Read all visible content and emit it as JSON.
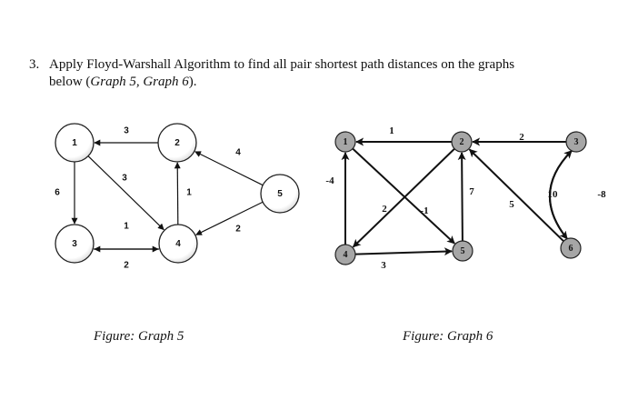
{
  "question": {
    "number": "3.",
    "line1": "Apply Floyd-Warshall Algorithm to find all pair shortest path distances on the graphs",
    "line2_prefix": "below (",
    "line2_italic": "Graph 5, Graph 6",
    "line2_suffix": ")."
  },
  "graph5": {
    "caption": "Figure: Graph 5",
    "nodes": [
      {
        "id": "1",
        "label": "1"
      },
      {
        "id": "2",
        "label": "2"
      },
      {
        "id": "3",
        "label": "3"
      },
      {
        "id": "4",
        "label": "4"
      },
      {
        "id": "5",
        "label": "5"
      }
    ],
    "edges": [
      {
        "from": "2",
        "to": "1",
        "weight": "3"
      },
      {
        "from": "1",
        "to": "3",
        "weight": "6"
      },
      {
        "from": "1",
        "to": "4",
        "weight": "3"
      },
      {
        "from": "4",
        "to": "2",
        "weight": "1"
      },
      {
        "from": "5",
        "to": "2",
        "weight": "4"
      },
      {
        "from": "5",
        "to": "4",
        "weight": "2"
      },
      {
        "from": "4",
        "to": "3",
        "weight": "1"
      },
      {
        "from": "3",
        "to": "4",
        "weight": "2"
      }
    ]
  },
  "graph6": {
    "caption": "Figure: Graph 6",
    "node_fill": "#a6a6a6",
    "nodes": [
      {
        "id": "1",
        "label": "1"
      },
      {
        "id": "2",
        "label": "2"
      },
      {
        "id": "3",
        "label": "3"
      },
      {
        "id": "4",
        "label": "4"
      },
      {
        "id": "5",
        "label": "5"
      },
      {
        "id": "6",
        "label": "6"
      }
    ],
    "edges": [
      {
        "from": "2",
        "to": "1",
        "weight": "1"
      },
      {
        "from": "3",
        "to": "2",
        "weight": "2"
      },
      {
        "from": "4",
        "to": "1",
        "weight": "-4"
      },
      {
        "from": "2",
        "to": "4",
        "weight": "2"
      },
      {
        "from": "1",
        "to": "5",
        "weight": "-1"
      },
      {
        "from": "5",
        "to": "2",
        "weight": "7"
      },
      {
        "from": "6",
        "to": "2",
        "weight": "5"
      },
      {
        "from": "4",
        "to": "5",
        "weight": "3"
      },
      {
        "from": "6",
        "to": "3",
        "weight": "10"
      },
      {
        "from": "3",
        "to": "6",
        "weight": "-8"
      }
    ]
  }
}
